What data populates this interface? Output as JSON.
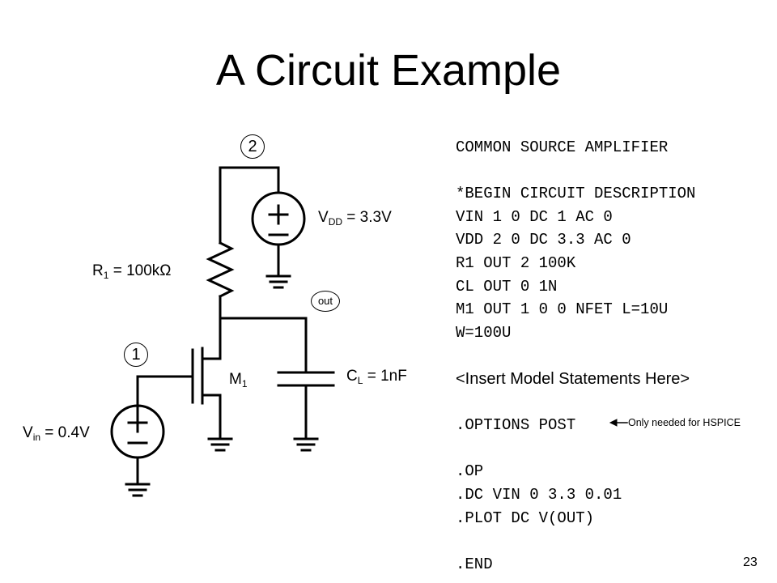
{
  "slide": {
    "title": "A Circuit Example",
    "page_number": "23"
  },
  "circuit": {
    "node_2": "2",
    "node_1": "1",
    "node_out": "out",
    "vdd": {
      "name": "V",
      "sub": "DD",
      "value": " = 3.3V"
    },
    "r1": {
      "name": "R",
      "sub": "1",
      "value": " = 100kΩ"
    },
    "m1": {
      "name": "M",
      "sub": "1"
    },
    "cl": {
      "name": "C",
      "sub": "L",
      "value": " = 1nF"
    },
    "vin": {
      "name": "V",
      "sub": "in",
      "value": " = 0.4V"
    },
    "plus_sign": "+",
    "minus_sign": "−"
  },
  "netlist": {
    "lines": [
      "COMMON SOURCE AMPLIFIER",
      "",
      "*BEGIN CIRCUIT DESCRIPTION",
      "VIN 1 0 DC 1 AC 0",
      "VDD 2 0 DC 3.3 AC 0",
      "R1 OUT 2 100K",
      "CL OUT 0 1N",
      "M1 OUT 1 0 0 NFET L=10U",
      "W=100U",
      "",
      "<Insert Model Statements Here>",
      "",
      ".OPTIONS POST",
      "",
      ".OP",
      ".DC VIN 0 3.3 0.01",
      ".PLOT DC V(OUT)",
      "",
      ".END"
    ],
    "hspice_note": "Only needed for HSPICE"
  }
}
